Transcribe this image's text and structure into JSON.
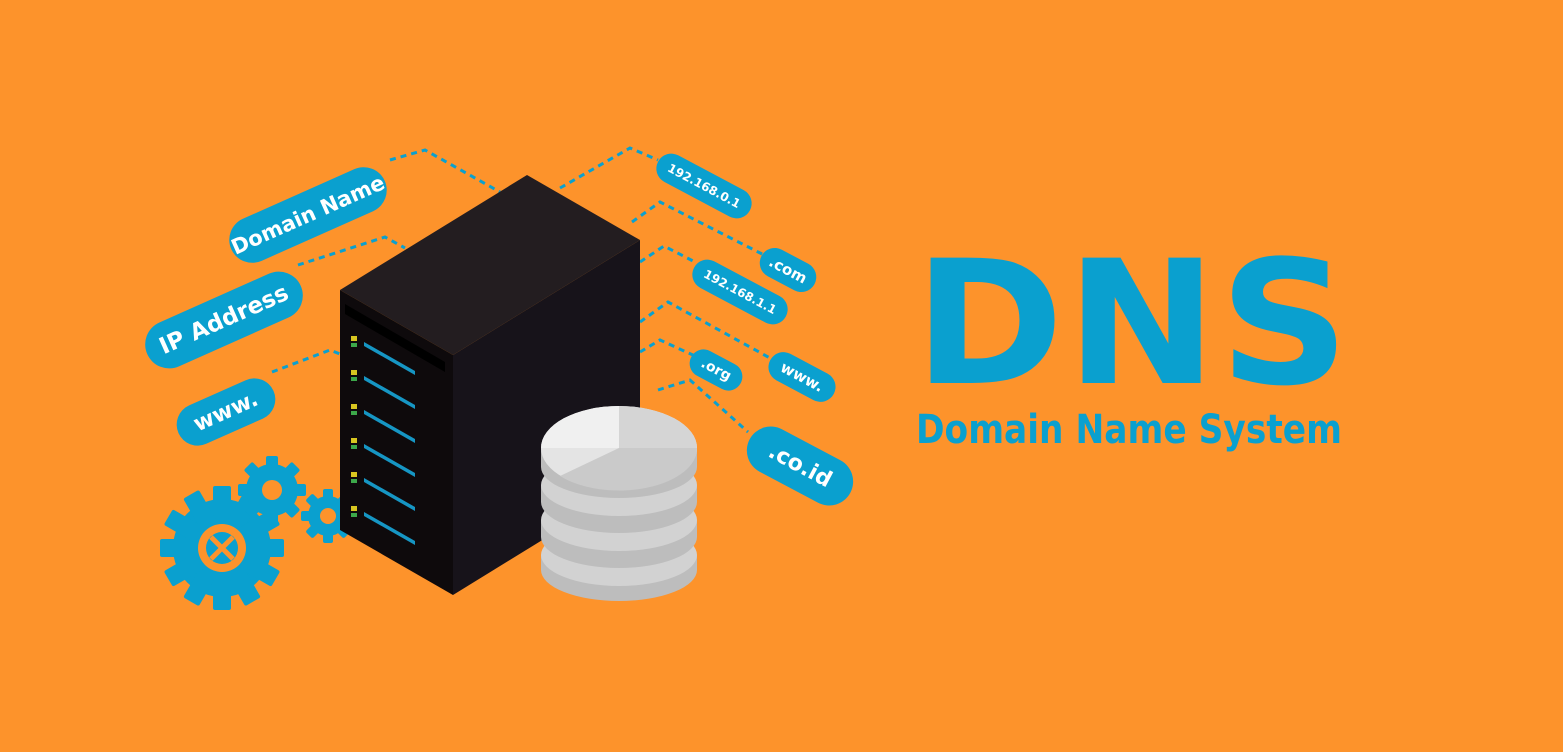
{
  "title": "DNS",
  "subtitle": "Domain Name System",
  "tags": {
    "domain_name": "Domain Name",
    "ip_address": "IP Address",
    "www_left": "www.",
    "ip1": "192.168.0.1",
    "com": ".com",
    "ip2": "192.168.1.1",
    "org": ".org",
    "www_right": "www.",
    "coid": ".co.id"
  },
  "colors": {
    "background": "#FD932B",
    "accent": "#0AA0CF",
    "server": "#141012",
    "database": "#D9D9D9"
  },
  "icons": [
    "server-icon",
    "database-icon",
    "gear-icon"
  ]
}
